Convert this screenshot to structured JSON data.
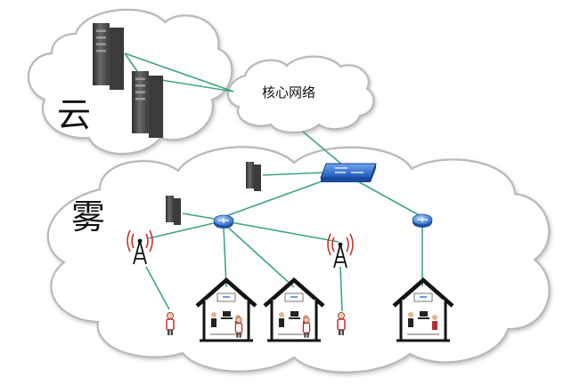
{
  "labels": {
    "cloud": "云",
    "fog": "雾",
    "core_network": "核心网络"
  },
  "colors": {
    "link_line": "#3fa77a",
    "cloud_outline": "#b9b9b9",
    "switch_blue": "#2f6fd6",
    "router_blue": "#3a7fd8",
    "server_dark": "#4a4a4a"
  }
}
